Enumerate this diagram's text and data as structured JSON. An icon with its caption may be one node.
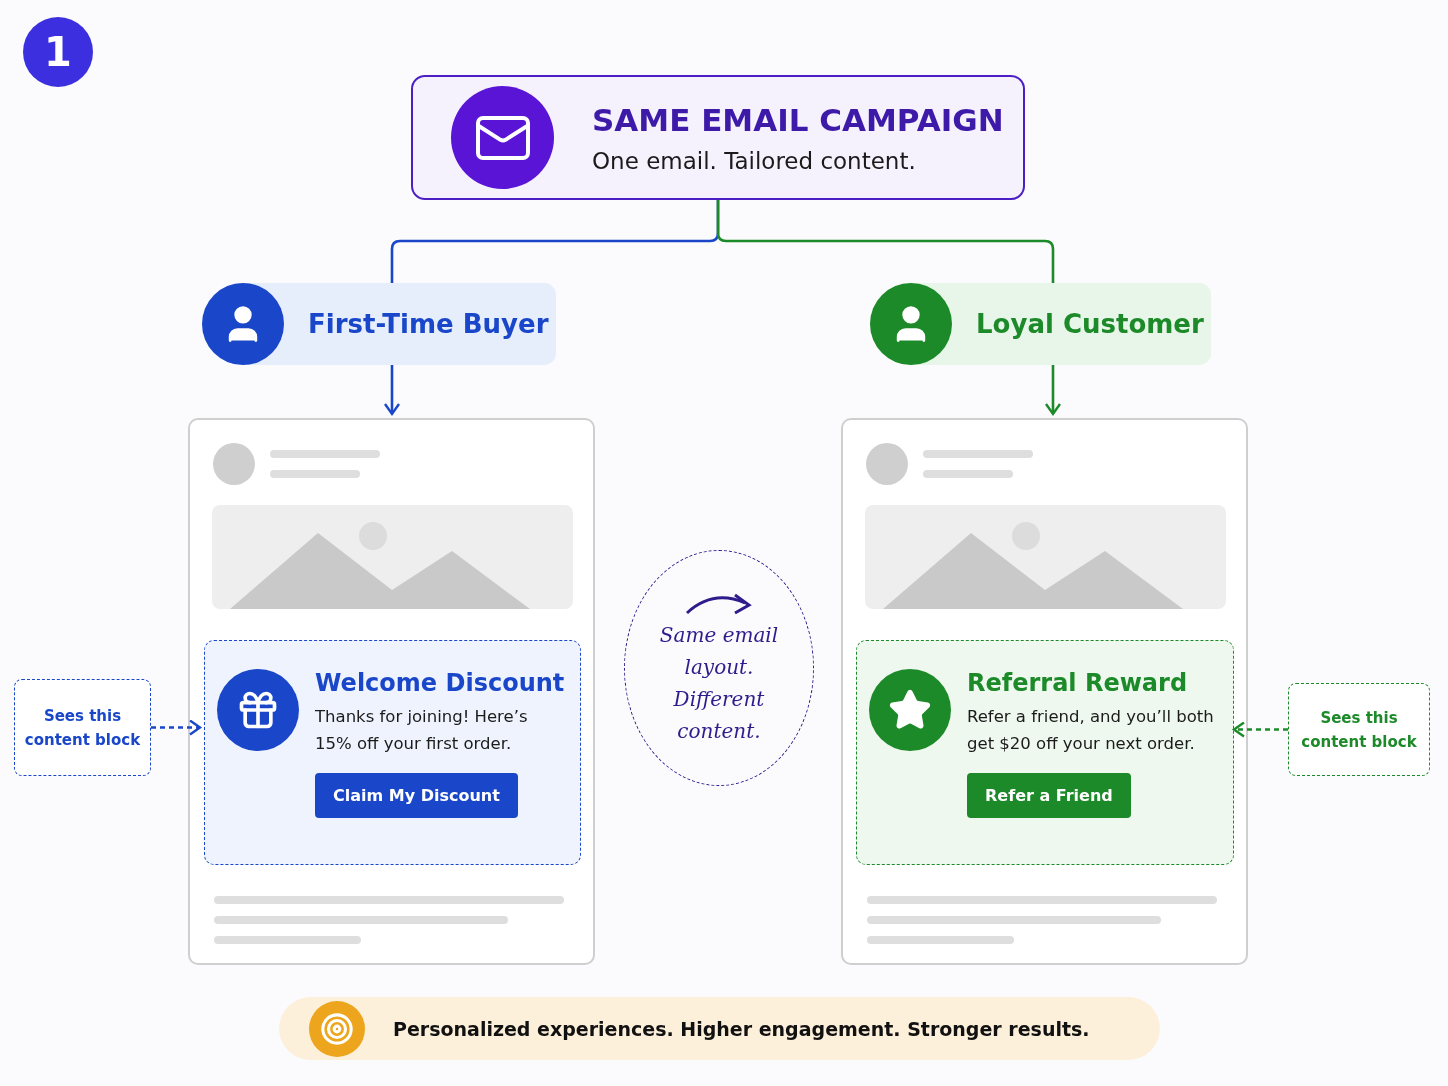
{
  "diagram": {
    "nodes": [
      {
        "text": [
          "SAME EMAIL CAMPAIGN",
          "One email. Tailored content."
        ]
      },
      {
        "text": [
          "First-Time Buyer"
        ]
      },
      {
        "text": [
          "Loyal Customer"
        ]
      },
      {
        "text": [],
        "shape": "box"
      },
      {
        "text": [
          "Welcome Discount",
          "Thanks for joining! Here’s 15% off your first order.",
          "Claim My Discount"
        ],
        "in": 3
      },
      {
        "text": [],
        "shape": "box"
      },
      {
        "text": [
          "Referral Reward",
          "Refer a friend, and you’ll both get $20 off your next order.",
          "Refer a Friend"
        ],
        "in": 5
      },
      {
        "text": [
          "Sees this content block"
        ]
      },
      {
        "text": [
          "Sees this content block"
        ]
      },
      {
        "text": [
          "Same email layout. Different content."
        ]
      },
      {
        "text": [
          "Personalized experiences. Higher engagement. Stronger results."
        ]
      }
    ],
    "edges": [
      {
        "from": 0,
        "to": 1,
        "arrow": "none",
        "color": "#1a47c9"
      },
      {
        "from": 0,
        "to": 2,
        "arrow": "none",
        "color": "#1d8a2a"
      },
      {
        "from": 1,
        "to": 3,
        "arrow": "to",
        "color": "#1a47c9"
      },
      {
        "from": 2,
        "to": 5,
        "arrow": "to",
        "color": "#1d8a2a"
      },
      {
        "from": 7,
        "to": 4,
        "arrow": "to",
        "style": "dashed",
        "color": "#1a47c9"
      },
      {
        "from": 8,
        "to": 6,
        "arrow": "to",
        "style": "dashed",
        "color": "#1d8a2a"
      }
    ],
    "labels": [
      "1"
    ]
  }
}
